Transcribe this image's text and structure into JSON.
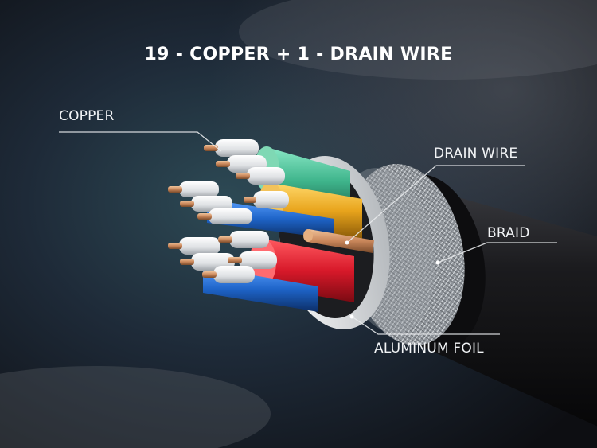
{
  "title": "19 - COPPER  +  1 - DRAIN WIRE",
  "labels": {
    "copper": "COPPER",
    "drain_wire": "DRAIN WIRE",
    "braid": "BRAID",
    "aluminum_foil": "ALUMINUM FOIL"
  },
  "colors": {
    "red_insulation": "#d8192a",
    "yellow_insulation": "#e8a41c",
    "blue_insulation": "#1e64c8",
    "green_insulation": "#3fb58c",
    "outer_jacket": "#141416",
    "copper": "#c9865a"
  }
}
